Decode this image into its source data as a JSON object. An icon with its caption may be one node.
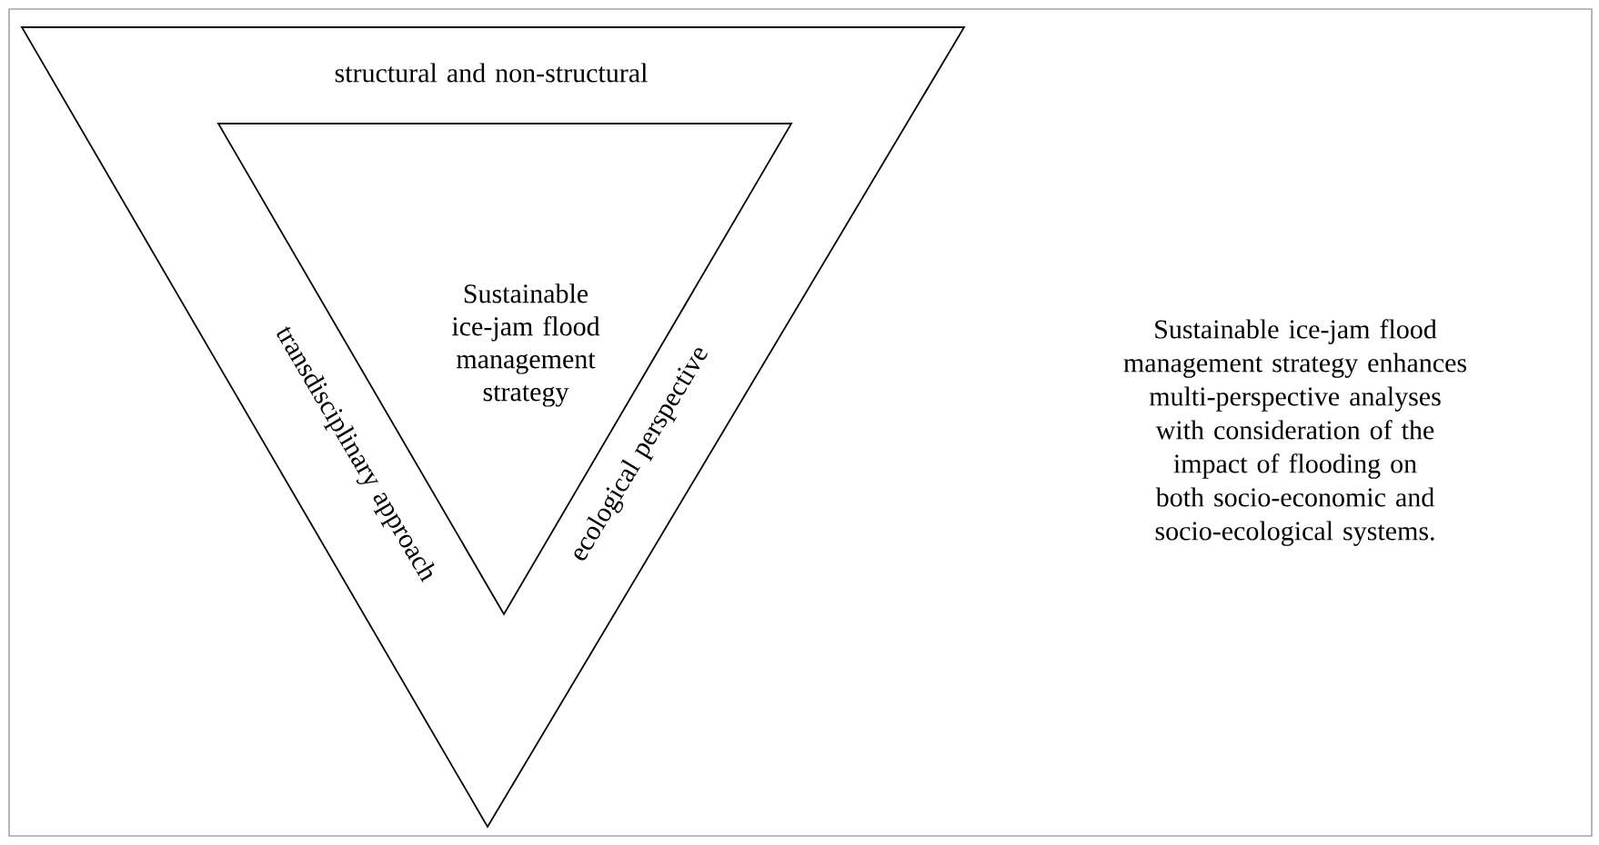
{
  "diagram": {
    "nodes": [
      {
        "text": [
          "structural and non-structural",
          "transdisciplinary approach",
          "ecological perspective"
        ]
      },
      {
        "text": [
          "Sustainable ice-jam flood management strategy"
        ],
        "in": 0
      }
    ],
    "labels": [
      "Sustainable ice-jam flood management strategy enhances multi-perspective analyses with consideration of the impact of flooding on both socio-economic and socio-ecological systems."
    ]
  }
}
